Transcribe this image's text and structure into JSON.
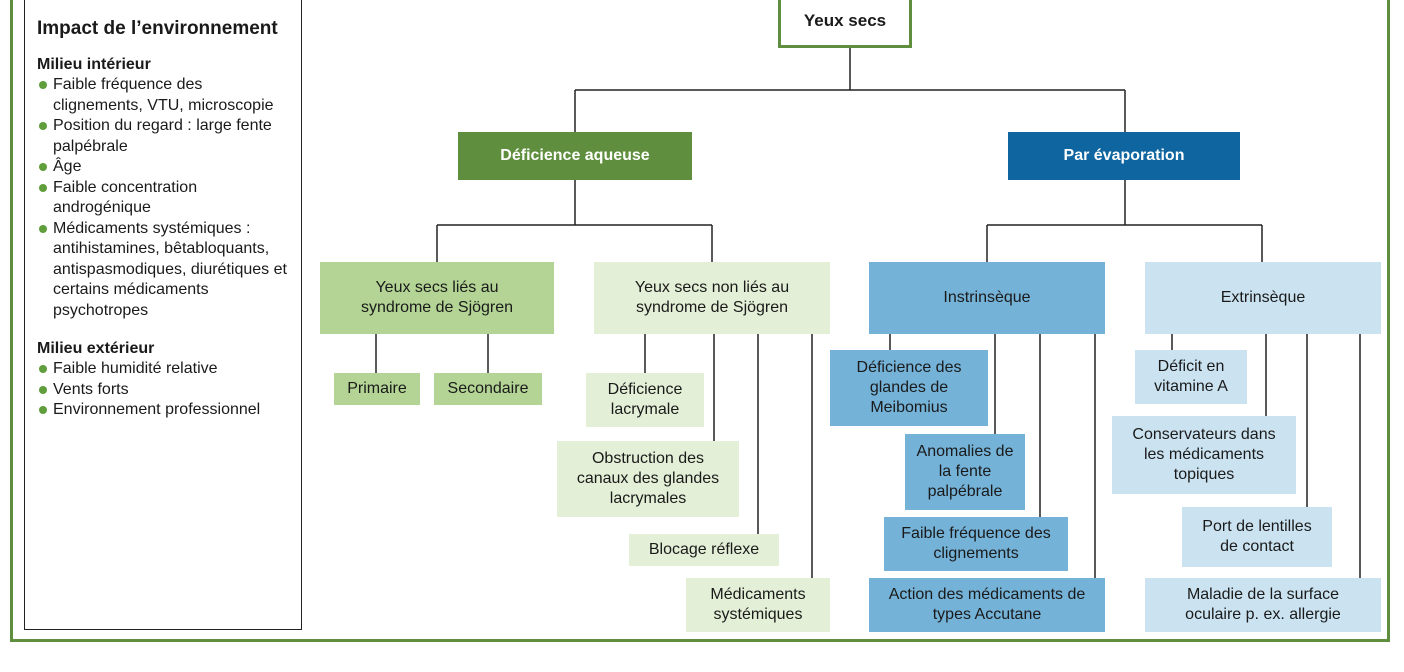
{
  "sidebar": {
    "title": "Impact de l’environnement",
    "interior_heading": "Milieu intérieur",
    "interior_items": [
      "Faible fréquence des clignements, VTU, microscopie",
      "Position du regard : large fente palpébrale",
      "Âge",
      "Faible concentration androgénique",
      "Médicaments systémiques : antihistamines, bêtabloquants, antispasmodiques, diurétiques et certains médicaments psychotropes"
    ],
    "exterior_heading": "Milieu extérieur",
    "exterior_items": [
      "Faible humidité relative",
      "Vents forts",
      "Environnement professionnel"
    ]
  },
  "tree": {
    "root": "Yeux secs",
    "aqueous": {
      "label": "Déficience aqueuse",
      "sjogren": {
        "label": "Yeux secs liés au syndrome de Sjögren",
        "children": [
          "Primaire",
          "Secondaire"
        ]
      },
      "non_sjogren": {
        "label": "Yeux secs non liés au syndrome de Sjögren",
        "children": [
          "Déficience lacrymale",
          "Obstruction des canaux des glandes lacrymales",
          "Blocage réflexe",
          "Médicaments systémiques"
        ]
      }
    },
    "evaporative": {
      "label": "Par évaporation",
      "intrinsic": {
        "label": "Instrinsèque",
        "children": [
          "Déficience des glandes de Meibomius",
          "Anomalies de la fente palpébrale",
          "Faible fréquence des clignements",
          "Action des médicaments de types Accutane"
        ]
      },
      "extrinsic": {
        "label": "Extrinsèque",
        "children": [
          "Déficit en vitamine A",
          "Conservateurs dans les médicaments topiques",
          "Port de lentilles de contact",
          "Maladie de la surface oculaire p. ex. allergie"
        ]
      }
    }
  },
  "colors": {
    "frame_green": "#5f8f3e",
    "dark_blue": "#0f65a0",
    "mid_green": "#b3d494",
    "light_green": "#e3efd6",
    "mid_blue": "#74b2d8",
    "light_blue": "#cbe3f1",
    "bullet_green": "#5f9e3a"
  }
}
